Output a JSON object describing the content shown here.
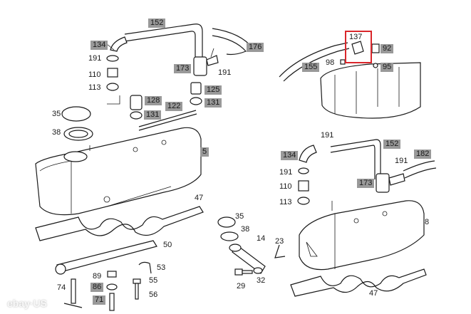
{
  "labels": {
    "l152a": "152",
    "l134a": "134",
    "l191a": "191",
    "l110a": "110",
    "l113a": "113",
    "l176a": "176",
    "l173a": "173",
    "l191b": "191",
    "l125": "125",
    "l131a": "131",
    "l128": "128",
    "l131b": "131",
    "l122": "122",
    "l35a": "35",
    "l38a": "38",
    "l5": "5",
    "l47a": "47",
    "l50": "50",
    "l53": "53",
    "l89": "89",
    "l86": "86",
    "l71": "71",
    "l74": "74",
    "l55": "55",
    "l56": "56",
    "l137": "137",
    "l92": "92",
    "l98": "98",
    "l155": "155",
    "l95": "95",
    "l191c": "191",
    "l152b": "152",
    "l134b": "134",
    "l191d": "191",
    "l191e": "191",
    "l182": "182",
    "l110b": "110",
    "l173b": "173",
    "l113b": "113",
    "l35b": "35",
    "l38b": "38",
    "l14": "14",
    "l23": "23",
    "l8": "8",
    "l29": "29",
    "l32": "32",
    "l47b": "47"
  },
  "highlight_color": "#d9262b",
  "label_box_color": "#999999"
}
